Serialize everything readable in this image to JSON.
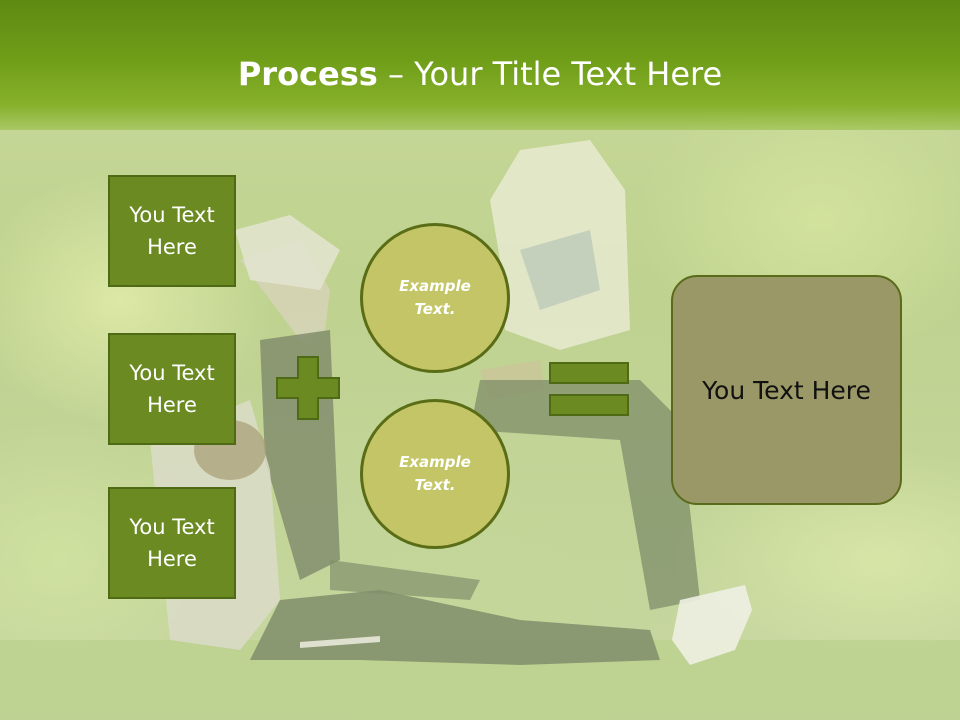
{
  "slide": {
    "title_bold": "Process",
    "title_rest": " – Your Title Text Here",
    "boxes": [
      "You Text Here",
      "You Text Here",
      "You Text Here"
    ],
    "circles": [
      "Example Text.",
      "Example Text."
    ],
    "result": "You Text Here"
  },
  "colors": {
    "header_green": "#6f9d18",
    "box_fill": "#6b8b22",
    "circle_fill": "#c3c567",
    "result_fill": "#999866",
    "operator_fill": "#6b8b22"
  },
  "icons": [
    "plus-icon",
    "equals-icon"
  ]
}
